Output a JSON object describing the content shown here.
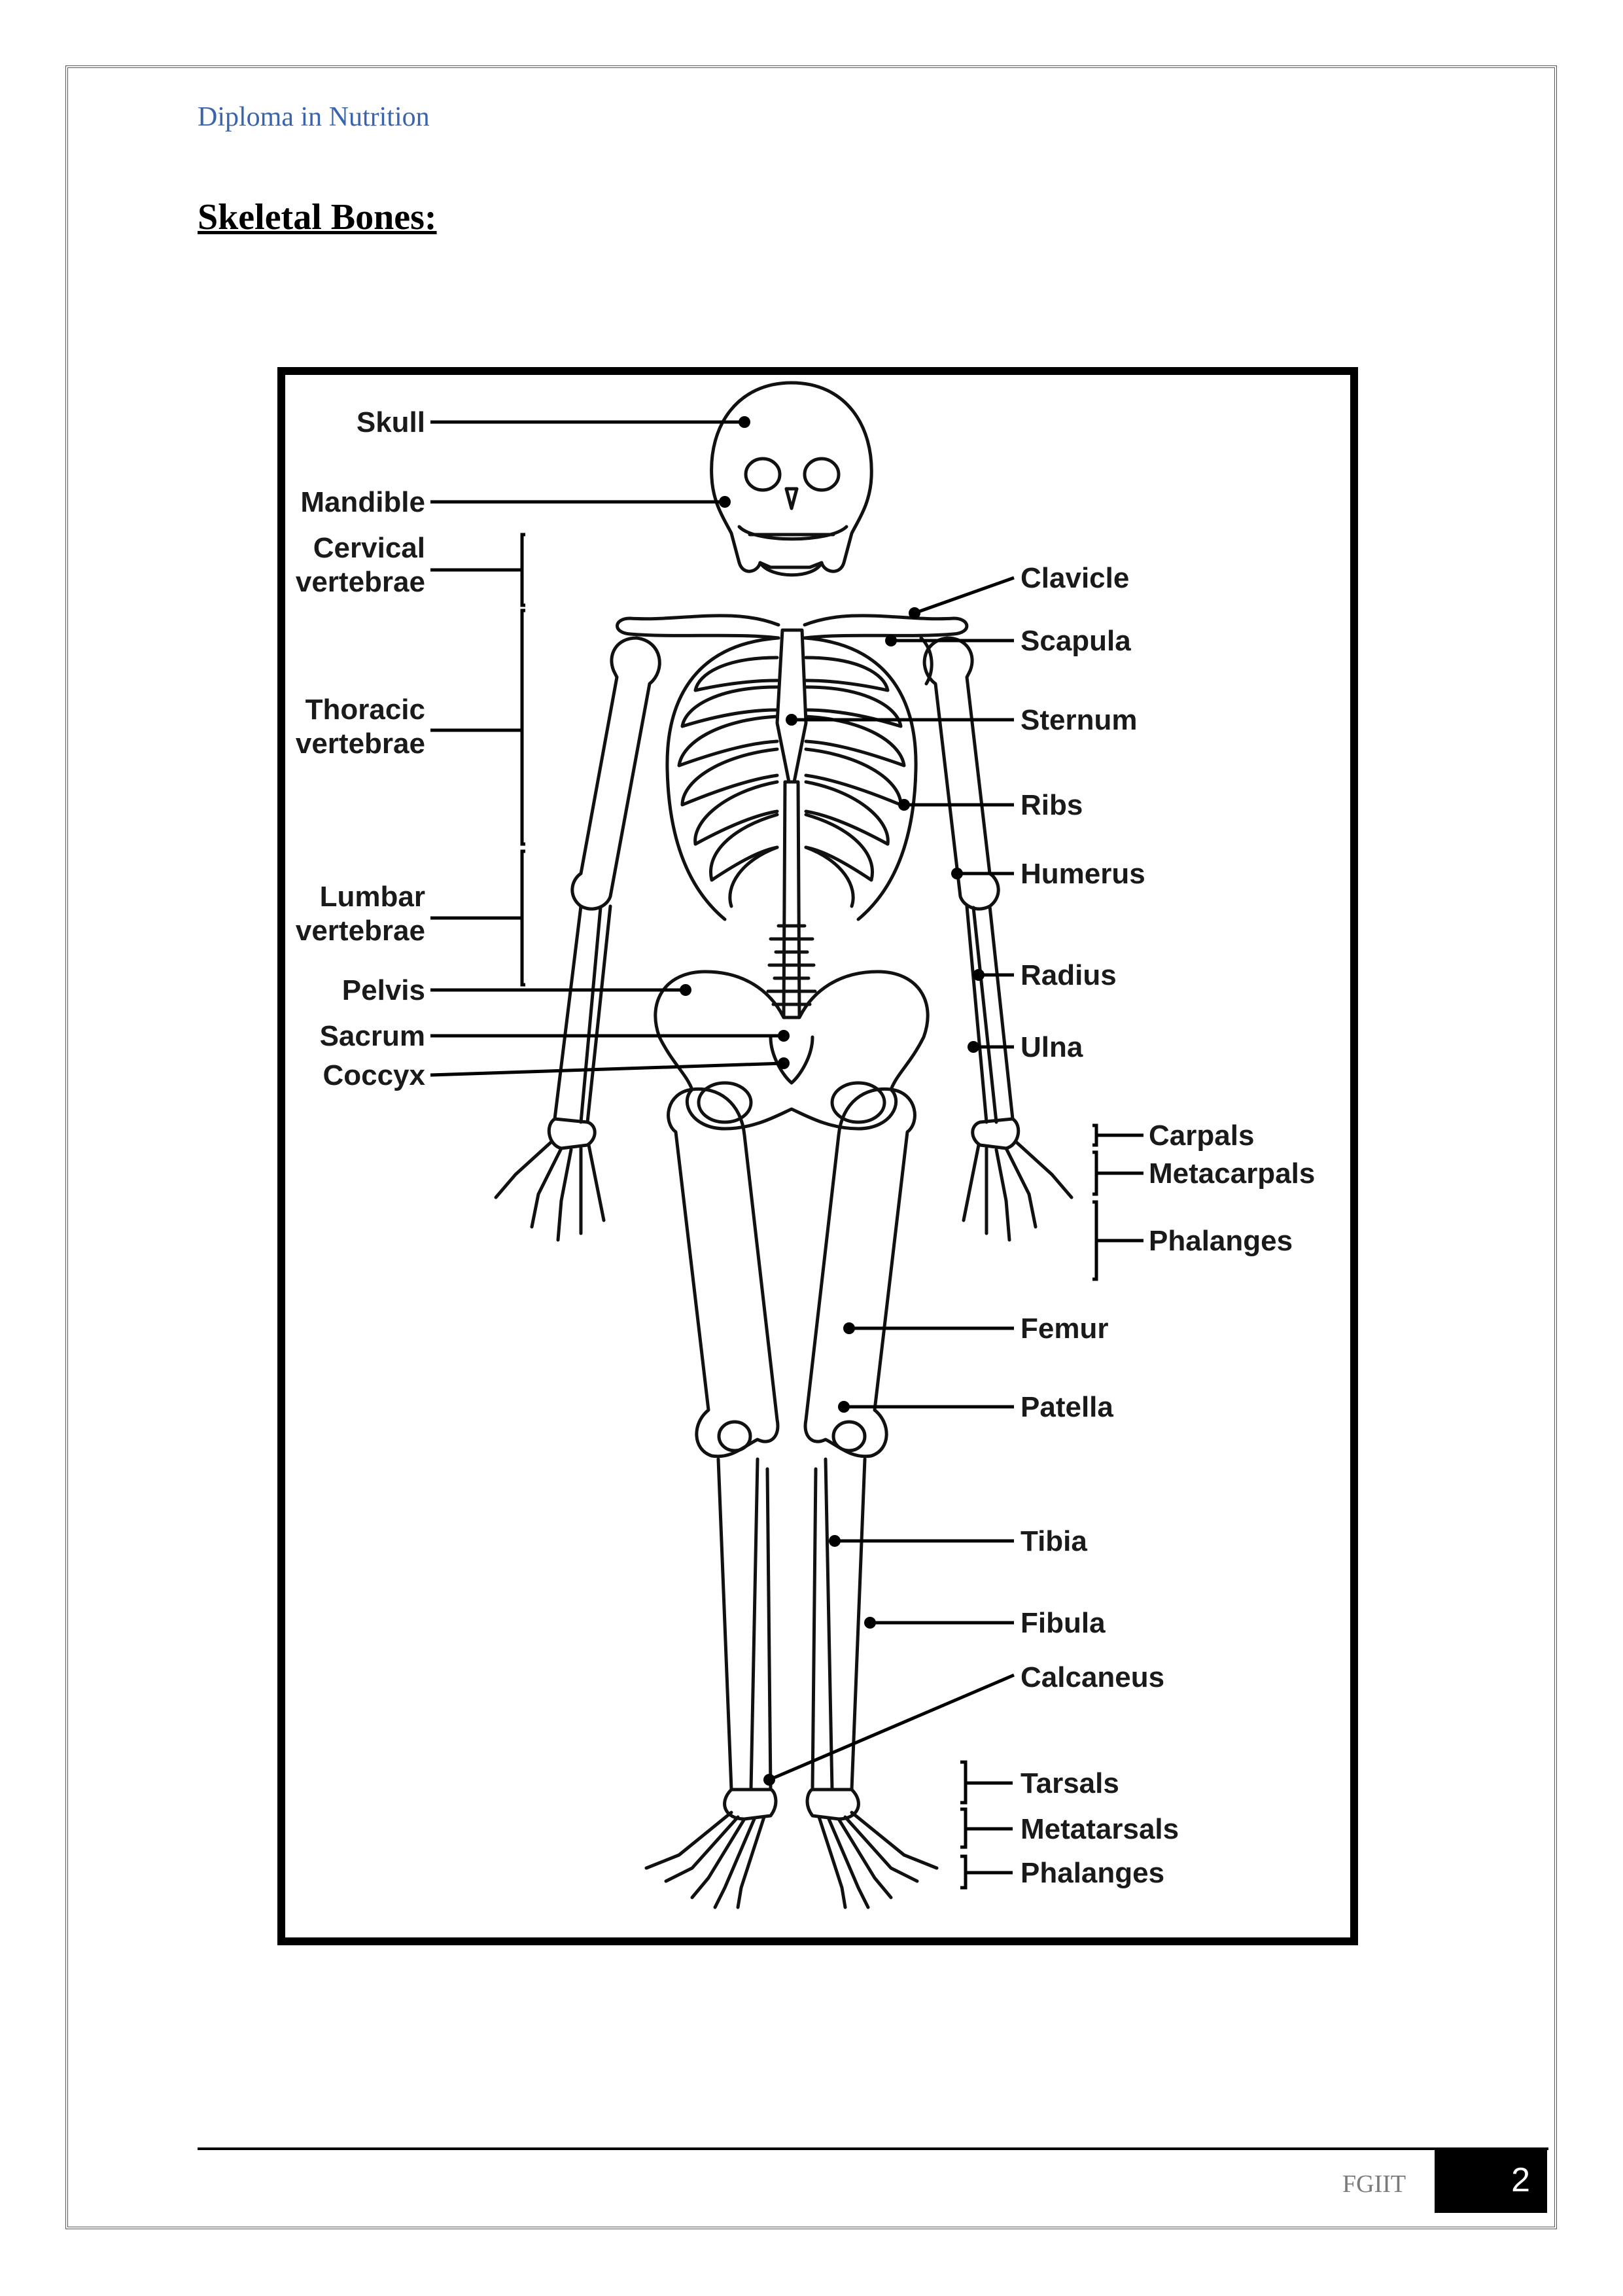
{
  "header": {
    "course": "Diploma in Nutrition"
  },
  "document": {
    "title": "Skeletal Bones:"
  },
  "diagram": {
    "labels_left": {
      "skull": "Skull",
      "mandible": "Mandible",
      "cervical_1": "Cervical",
      "cervical_2": "vertebrae",
      "thoracic_1": "Thoracic",
      "thoracic_2": "vertebrae",
      "lumbar_1": "Lumbar",
      "lumbar_2": "vertebrae",
      "pelvis": "Pelvis",
      "sacrum": "Sacrum",
      "coccyx": "Coccyx"
    },
    "labels_right": {
      "clavicle": "Clavicle",
      "scapula": "Scapula",
      "sternum": "Sternum",
      "ribs": "Ribs",
      "humerus": "Humerus",
      "radius": "Radius",
      "ulna": "Ulna",
      "carpals": "Carpals",
      "metacarpals": "Metacarpals",
      "hand_phalanges": "Phalanges",
      "femur": "Femur",
      "patella": "Patella",
      "tibia": "Tibia",
      "fibula": "Fibula",
      "calcaneus": "Calcaneus",
      "tarsals": "Tarsals",
      "metatarsals": "Metatarsals",
      "foot_phalanges": "Phalanges"
    }
  },
  "footer": {
    "org": "FGIIT",
    "page_number": "2"
  }
}
